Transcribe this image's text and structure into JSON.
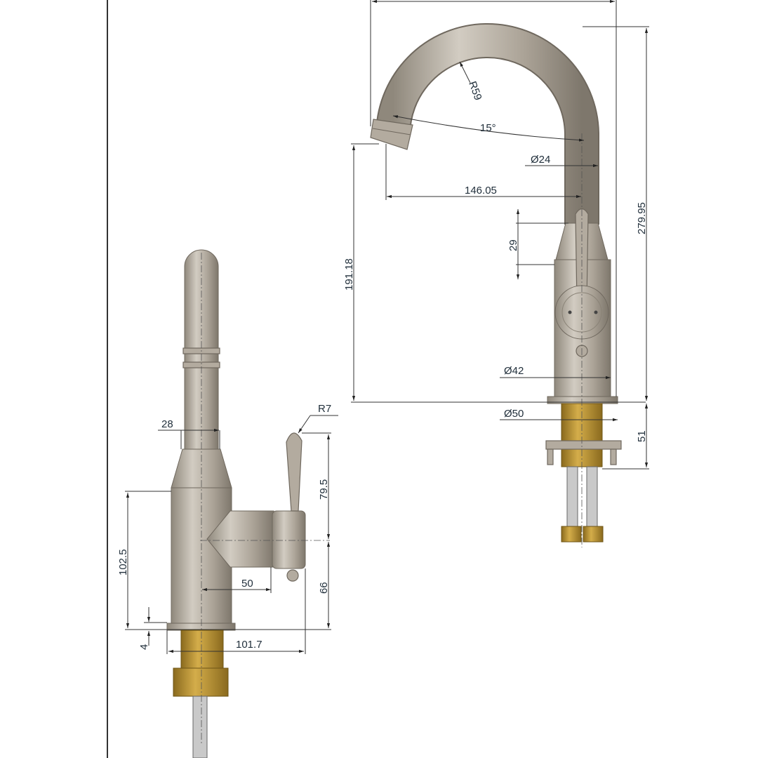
{
  "drawing": {
    "colors": {
      "metal": "#b3ab9f",
      "brass": "#b88f2c",
      "dimension": "#22303c"
    },
    "side_view_dimensions": {
      "spout_radius": "R59",
      "spout_angle": "15°",
      "spout_diameter": "Ø24",
      "reach": "146.05",
      "lever_height": "29",
      "spout_height": "191.18",
      "total_height": "279.95",
      "body_diameter": "Ø42",
      "base_diameter": "Ø50",
      "thread_length": "51"
    },
    "front_view_dimensions": {
      "lever_radius": "R7",
      "tube_width": "28",
      "lever_top": "79.5",
      "body_height": "102.5",
      "arm_length": "50",
      "arm_height": "66",
      "flange": "4",
      "depth": "101.7"
    }
  }
}
